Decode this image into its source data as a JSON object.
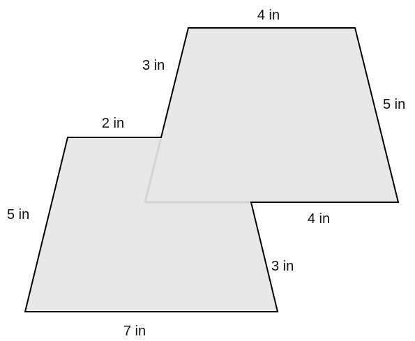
{
  "figure": {
    "fill_color": "#e8e8e8",
    "stroke_color": "#000000",
    "seam_color": "#d4d4d4",
    "labels": {
      "top": "4 in",
      "upper_left_slant": "3 in",
      "upper_right_slant": "5 in",
      "step_top": "2 in",
      "lower_left_slant": "5 in",
      "step_bottom": "4 in",
      "lower_right_slant": "3 in",
      "bottom": "7 in"
    }
  }
}
